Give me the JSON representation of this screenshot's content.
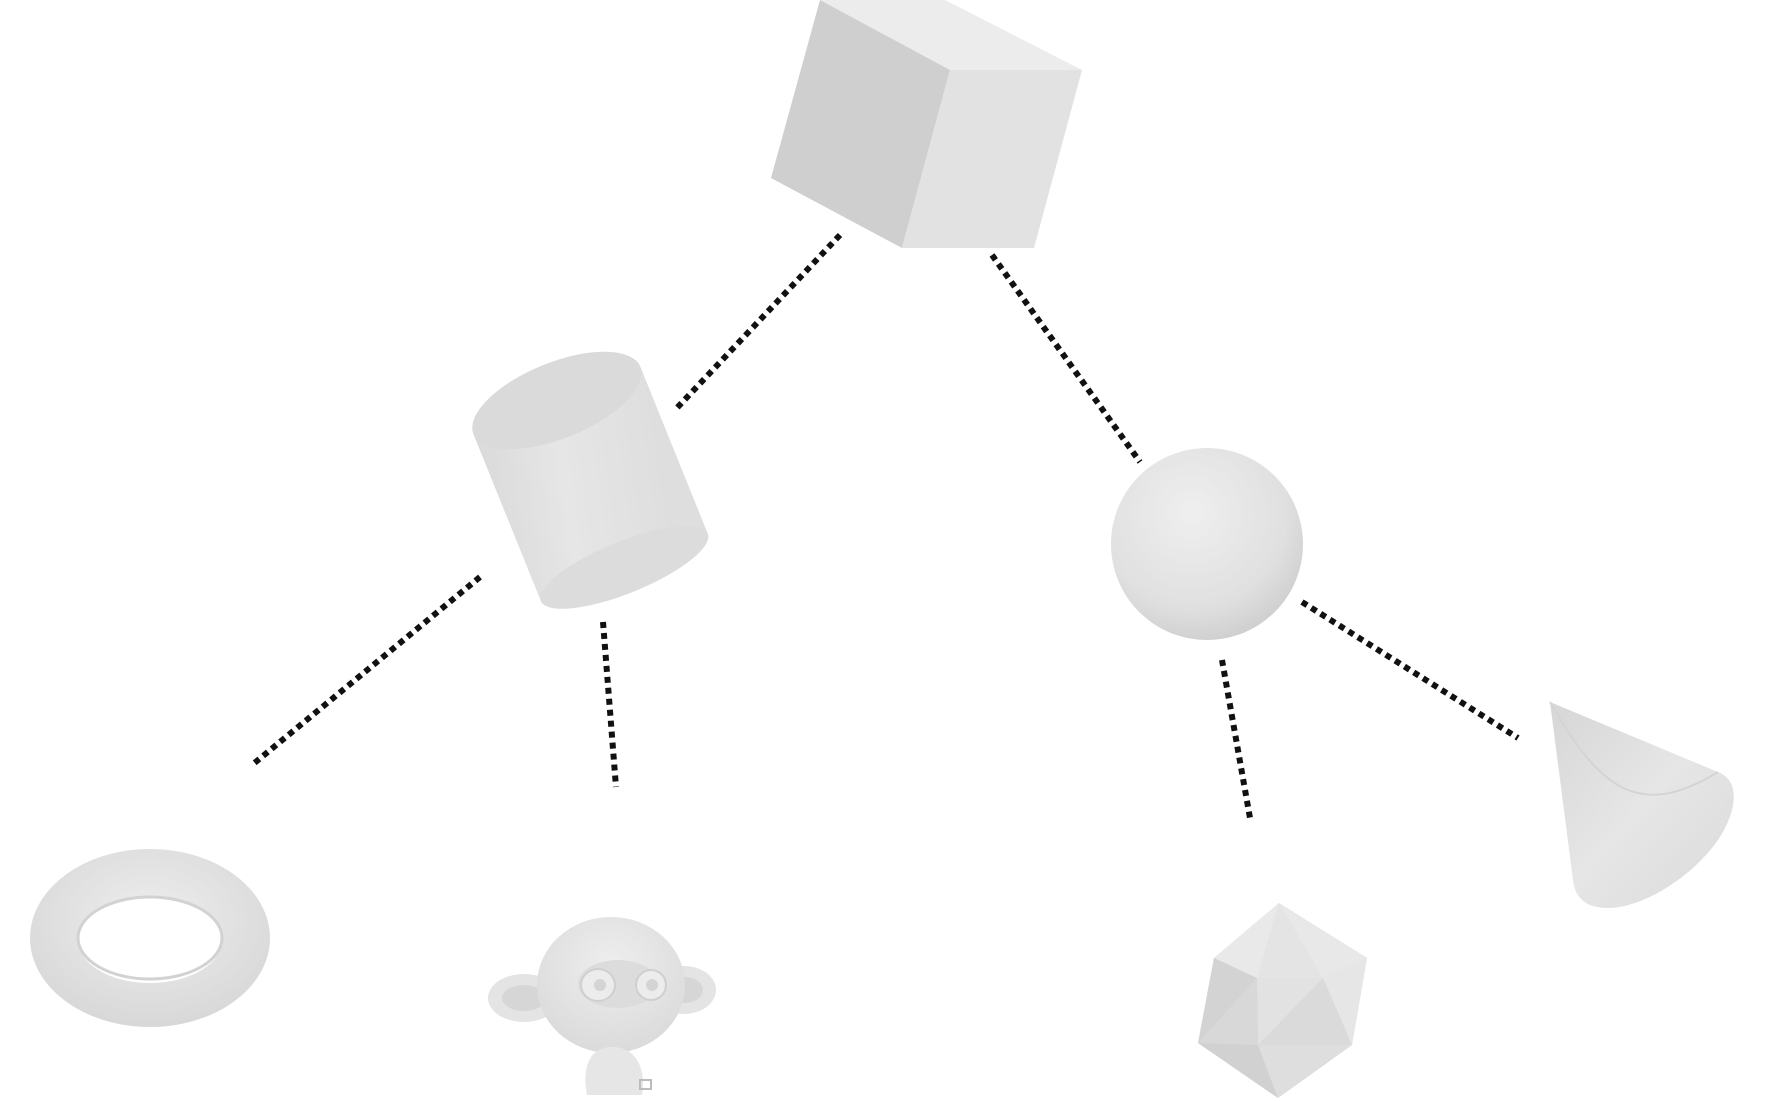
{
  "diagram": {
    "kind": "tree",
    "nodes": [
      {
        "id": "cube",
        "shape": "cube-icon"
      },
      {
        "id": "cylinder",
        "shape": "cylinder-icon"
      },
      {
        "id": "sphere",
        "shape": "sphere-icon"
      },
      {
        "id": "torus",
        "shape": "torus-icon"
      },
      {
        "id": "monkey",
        "shape": "monkey-head-icon"
      },
      {
        "id": "icosphere",
        "shape": "icosphere-icon"
      },
      {
        "id": "cone",
        "shape": "cone-icon"
      }
    ],
    "edges": [
      {
        "from": "cube",
        "to": "cylinder"
      },
      {
        "from": "cube",
        "to": "sphere"
      },
      {
        "from": "cylinder",
        "to": "torus"
      },
      {
        "from": "cylinder",
        "to": "monkey"
      },
      {
        "from": "sphere",
        "to": "icosphere"
      },
      {
        "from": "sphere",
        "to": "cone"
      }
    ]
  },
  "colors": {
    "background": "#ffffff",
    "edge": "#111111",
    "shape_light": "#ebebeb",
    "shape_mid": "#e0e0e0",
    "shape_dark": "#cfcfcf"
  }
}
